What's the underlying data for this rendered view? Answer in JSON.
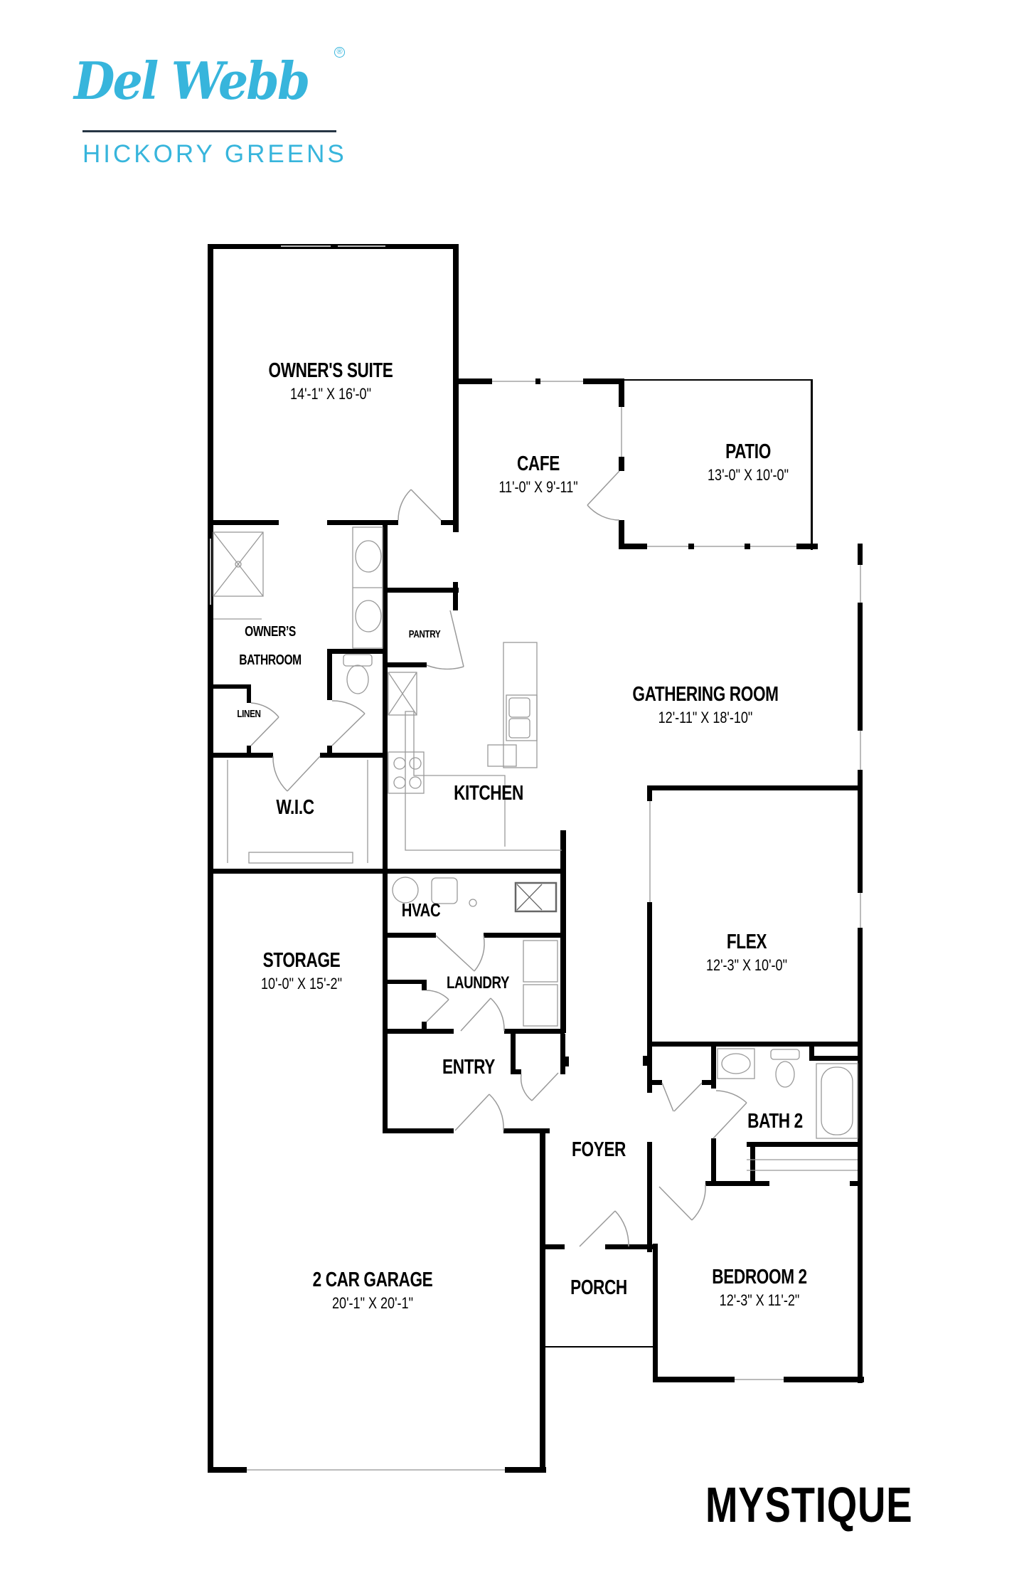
{
  "brand": {
    "logo_text": "Del Webb",
    "registered_mark": "®",
    "community": "HICKORY GREENS",
    "accent_color": "#37b5dc",
    "rule_color": "#263544"
  },
  "plan_name": "MYSTIQUE",
  "rooms": {
    "owners_suite": {
      "name": "OWNER'S SUITE",
      "dims": "14'-1\" X 16'-0\""
    },
    "cafe": {
      "name": "CAFE",
      "dims": "11'-0\" X 9'-11\""
    },
    "patio": {
      "name": "PATIO",
      "dims": "13'-0\" X 10'-0\""
    },
    "owners_bathroom": {
      "name_line1": "OWNER’S",
      "name_line2": "BATHROOM"
    },
    "pantry": {
      "name": "PANTRY"
    },
    "gathering_room": {
      "name": "GATHERING ROOM",
      "dims": "12'-11\" X 18'-10\""
    },
    "linen": {
      "name": "LINEN"
    },
    "kitchen": {
      "name": "KITCHEN"
    },
    "wic": {
      "name": "W.I.C"
    },
    "hvac": {
      "name": "HVAC"
    },
    "flex": {
      "name": "FLEX",
      "dims": "12'-3\" X 10'-0\""
    },
    "storage": {
      "name": "STORAGE",
      "dims": "10'-0\" X 15'-2\""
    },
    "laundry": {
      "name": "LAUNDRY"
    },
    "entry": {
      "name": "ENTRY"
    },
    "bath2": {
      "name": "BATH 2"
    },
    "foyer": {
      "name": "FOYER"
    },
    "garage": {
      "name": "2 CAR GARAGE",
      "dims": "20'-1\" X 20'-1\""
    },
    "porch": {
      "name": "PORCH"
    },
    "bedroom2": {
      "name": "BEDROOM 2",
      "dims": "12'-3\" X 11'-2\""
    }
  },
  "colors": {
    "wall": "#000000",
    "fixture": "#999999",
    "window": "#bbbbbb"
  }
}
